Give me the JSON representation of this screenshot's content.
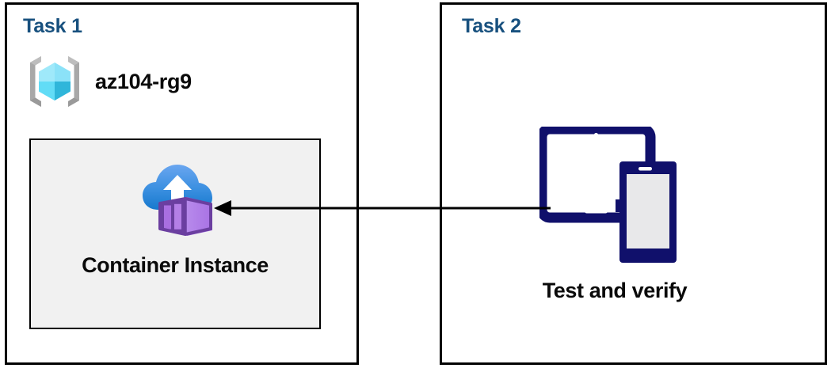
{
  "diagram": {
    "type": "architecture-flow",
    "background_color": "#ffffff",
    "panels": [
      {
        "id": "task1",
        "label": "Task 1",
        "label_color": "#17507e",
        "border_color": "#000000",
        "resource_group": {
          "name": "az104-rg9",
          "icon": "resource-group-icon",
          "icon_colors": {
            "bracket": "#a3a3a3",
            "cube_light": "#9ce8fb",
            "cube_mid": "#3fd3f5",
            "cube_dark": "#2aa8cf"
          }
        },
        "resource_box": {
          "label": "Container Instance",
          "icon": "container-instance-icon",
          "fill_color": "#f1f1f1",
          "border_color": "#000000",
          "icon_colors": {
            "cloud_top": "#5b9bed",
            "cloud_bottom": "#1b82d4",
            "arrow": "#ffffff",
            "container_face": "#b07ee8",
            "container_outline": "#6b3fa0",
            "container_side": "#7d4fb5"
          }
        }
      },
      {
        "id": "task2",
        "label": "Task 2",
        "label_color": "#17507e",
        "border_color": "#000000",
        "device": {
          "label": "Test and verify",
          "icon": "devices-tablet-phone-icon",
          "icon_colors": {
            "frame": "#10106b",
            "screen": "#e8e8ea",
            "tablet_screen": "#ffffff"
          }
        }
      }
    ],
    "connector": {
      "name": "flow-arrow",
      "direction": "right-to-left",
      "from": "Test and verify",
      "to": "Container Instance",
      "color": "#000000"
    }
  }
}
